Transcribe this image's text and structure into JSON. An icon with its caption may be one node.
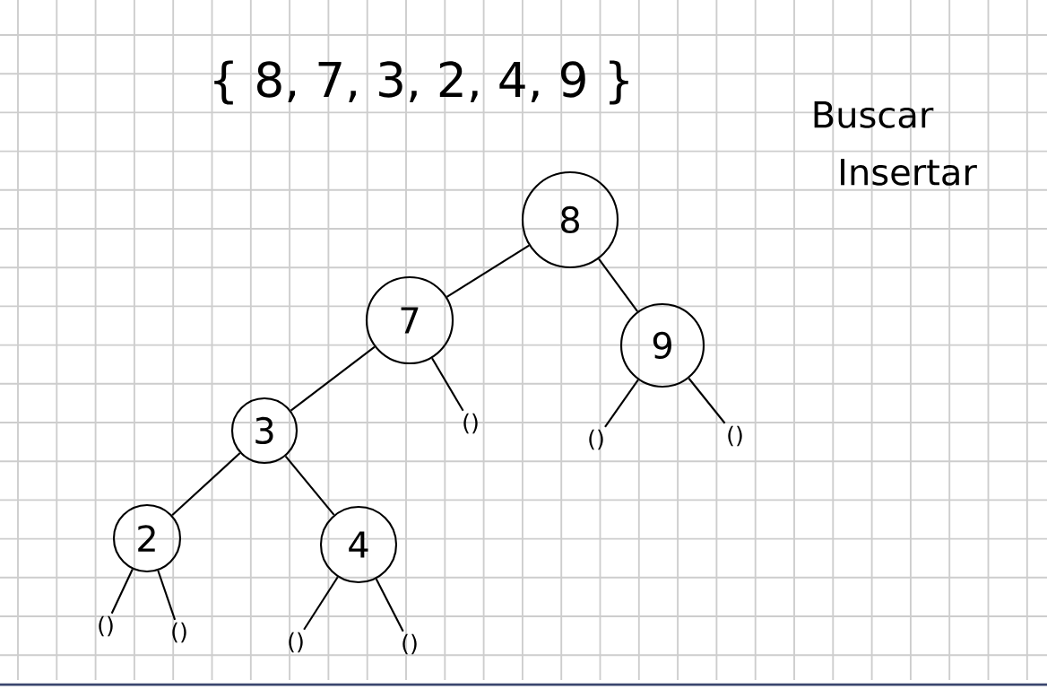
{
  "diagram": {
    "title": "{ 8, 7, 3, 2, 4, 9 }",
    "nodes": [
      {
        "text": [
          "8"
        ]
      },
      {
        "text": [
          "7"
        ]
      },
      {
        "text": [
          "9"
        ]
      },
      {
        "text": [
          "3"
        ]
      },
      {
        "text": [
          "()"
        ]
      },
      {
        "text": [
          "()"
        ]
      },
      {
        "text": [
          "()"
        ]
      },
      {
        "text": [
          "2"
        ]
      },
      {
        "text": [
          "4"
        ]
      },
      {
        "text": [
          "()"
        ]
      },
      {
        "text": [
          "()"
        ]
      },
      {
        "text": [
          "()"
        ]
      },
      {
        "text": [
          "()"
        ]
      }
    ],
    "edges": [
      {
        "from": 0,
        "to": 1,
        "arrow": "none"
      },
      {
        "from": 0,
        "to": 2,
        "arrow": "none"
      },
      {
        "from": 1,
        "to": 3,
        "arrow": "none"
      },
      {
        "from": 1,
        "to": 4,
        "arrow": "none"
      },
      {
        "from": 2,
        "to": 5,
        "arrow": "none"
      },
      {
        "from": 2,
        "to": 6,
        "arrow": "none"
      },
      {
        "from": 3,
        "to": 7,
        "arrow": "none"
      },
      {
        "from": 3,
        "to": 8,
        "arrow": "none"
      },
      {
        "from": 7,
        "to": 9,
        "arrow": "none"
      },
      {
        "from": 7,
        "to": 10,
        "arrow": "none"
      },
      {
        "from": 8,
        "to": 11,
        "arrow": "none"
      },
      {
        "from": 8,
        "to": 12,
        "arrow": "none"
      }
    ],
    "labels": [
      "Buscar",
      "Insertar"
    ]
  }
}
